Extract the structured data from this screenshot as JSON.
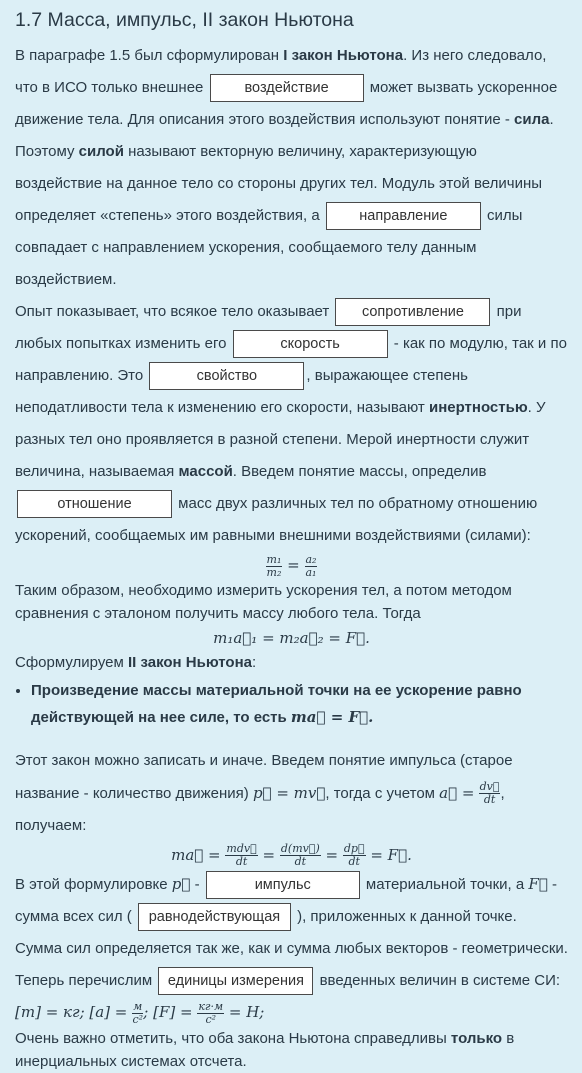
{
  "title": "1.7 Масса, импульс, II закон Ньютона",
  "p1": {
    "t1": "В параграфе 1.5 был сформулирован ",
    "b1": "I закон Ньютона",
    "t2": ". Из него следовало, что в ИСО только внешнее ",
    "blank1": "воздействие",
    "t3": " может вызвать ускоренное движение тела. Для описания этого воздействия используют понятие - ",
    "b2": "сила",
    "t4": ". Поэтому ",
    "b3": "силой",
    "t5": " называют векторную величину, характеризующую воздействие на данное тело со стороны других тел. Модуль этой величины определяет «степень» этого воздействия, а ",
    "blank2": "направление",
    "t6": " силы совпадает с направлением ускорения, сообщаемого телу данным воздействием."
  },
  "p2": {
    "t1": "Опыт показывает, что всякое тело оказывает ",
    "blank1": "сопротивление",
    "t2": " при любых попытках изменить его ",
    "blank2": "скорость",
    "t3": " - как по модулю, так и по направлению. Это ",
    "blank3": "свойство",
    "t4": ", выражающее степень неподатливости тела к изменению его скорости, называют ",
    "b1": "инертностью",
    "t5": ". У разных тел оно проявляется в разной степени. Мерой инертности служит величина, называемая ",
    "b2": "массой",
    "t6": ". Введем понятие массы, определив ",
    "blank4": "отношение",
    "t7": " масс двух различных тел по обратному отношению ускорений, сообщаемых им равными внешними воздействиями (силами):"
  },
  "f1": {
    "n1": "m₁",
    "d1": "m₂",
    "eq": "=",
    "n2": "a₂",
    "d2": "a₁"
  },
  "p3": "Таким образом, необходимо измерить ускорения тел, а потом методом сравнения с эталоном получить массу любого тела. Тогда",
  "f2": "m₁a⃗₁ = m₂a⃗₂ = F⃗.",
  "p4": {
    "t1": "Сформулируем ",
    "b1": "II закон Ньютона",
    "t2": ":"
  },
  "bullet": {
    "text": "Произведение массы материальной точки на ее ускорение равно действующей на нее силе, то есть ",
    "math": "ma⃗ = F⃗."
  },
  "p5": {
    "t1": "Этот закон можно записать и иначе. Введем понятие импульса (старое название - количество движения) ",
    "m1": "p⃗ = mv⃗",
    "t2": ", тогда с учетом ",
    "m2": "a⃗ =",
    "fn": "dv⃗",
    "fd": "dt",
    "t3": ", получаем:"
  },
  "f3": {
    "a": "ma⃗ =",
    "f1n": "mdv⃗",
    "f1d": "dt",
    "e1": "=",
    "f2n": "d(mv⃗)",
    "f2d": "dt",
    "e2": "=",
    "f3n": "dp⃗",
    "f3d": "dt",
    "end": "= F⃗."
  },
  "p6": {
    "t1": "В этой формулировке ",
    "m1": "p⃗",
    "t2": " - ",
    "blank1": "импульс",
    "t3": " материальной точки, а ",
    "m2": "F⃗",
    "t4": " - сумма всех сил ( ",
    "blank2": "равнодействующая",
    "t5": " ), приложенных к данной точке. Сумма сил определяется так же, как и сумма любых векторов - геометрически."
  },
  "p7": {
    "t1": "Теперь перечислим ",
    "blank1": "единицы измерения",
    "t2": " введенных величин в системе СИ:"
  },
  "units": {
    "m": "[m] = кг; [a] =",
    "an": "м",
    "ad": "с²",
    "f": "; [F] =",
    "fn": "кг·м",
    "fd": "с²",
    "end": "= Н;"
  },
  "p8": {
    "t1": "Очень важно отметить, что оба закона Ньютона справедливы ",
    "b1": "только",
    "t2": " в инерциальных системах отсчета."
  }
}
